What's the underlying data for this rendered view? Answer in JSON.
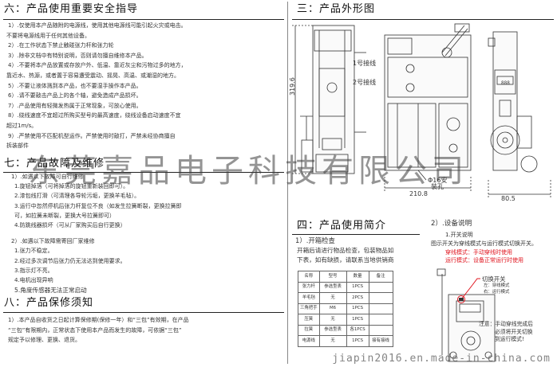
{
  "sec6": {
    "title": "六：产品使用重要安全指导",
    "lines": [
      "1）.仅使用本产品随附的电源线，使用其他电源线可能引起火灾或电击。",
      "不要将电源线用于任何其他设备。",
      "2）.在工作状态下禁止触碰张力杆和张力轮",
      "3）.除非文档中有特别说明，否则请勿擅自维修本产品。",
      "4）.不要将本产品放置或存放户外、低温、靠近灰尘和污物过多的地方，",
      "靠近水、热源，或者置于容易遭受震动、摇晃、高温、或潮湿的地方。",
      "5）.不要让液体溅到本产品，也不要湿手操作本产品。",
      "6）.请不要敲击产品上的各个轴，避免造成产品损坏。",
      "7）.产品使用有轻微发热属于正常现象，可放心使用。",
      "8）.绕线速度不宜超过所购买型号的最高速度，绕线设备启动速度不宜",
      "超过1m/s。",
      "9）.严禁使用不匹配机型运作。严禁使用时敲打，严禁未经协商擅自",
      "拆装部件"
    ]
  },
  "sec7": {
    "title": "七：产品故障及维修",
    "lines": [
      "1）.如遇以下故障可自行维修",
      "1.旋钮掉落（可将掉落的旋钮重新装回即可）。",
      "2.漆包线打滑（可清理各导轮污垢，更换羊毛毡）。",
      "3.运行中忽然停机后张力杆复位不良（如发生拉簧断裂，更换拉簧即",
      "可，如拉簧未断裂，更换大号拉簧即可）",
      "4.防跳线器损坏（可从厂家购买后自行更换）",
      "2）.如遇以下故障需寄回厂家维修",
      "1.张力不稳定。",
      "2.经过多次调节后张力仍无法达到使用要求。",
      "3.指示灯不亮。",
      "4.电机出现异响",
      "5.角度传感器无法正常启动"
    ]
  },
  "sec8": {
    "title": "八：产品保修须知",
    "lines": [
      "1）.本产品自收货之日起计算保修期(保修一年）和“三包”有效期，在产品",
      "“三包”有限期内，正常状态下使用本产品而发生的故障，可依据“三包”",
      "规定予以修理、更换、退货。"
    ]
  },
  "sec3": {
    "title": "三：产品外形图",
    "label_pot1": "1号接线",
    "label_pot2": "2号接线",
    "dim_height": "319.6",
    "dim_width": "210.8",
    "dim_depth": "80.5",
    "dim_hole": "Φ16安",
    "dim_hole2": "装孔"
  },
  "sec4": {
    "title": "四：产品使用简介",
    "sub": "1）.开箱检查",
    "lines": [
      "开箱后请进行物品检查，包装物品如",
      "下表，如有缺损，请联系当地供销商"
    ],
    "table_headers": [
      "名称",
      "型号",
      "数量",
      "备注"
    ],
    "table_rows": [
      [
        "张力杆",
        "参选型表",
        "1PCS",
        ""
      ],
      [
        "羊毛毡",
        "无",
        "2PCS",
        ""
      ],
      [
        "三角把手",
        "M6",
        "1PCS",
        ""
      ],
      [
        "压簧",
        "无",
        "1PCS",
        ""
      ],
      [
        "拉簧",
        "参选型表",
        "各1PCS",
        ""
      ],
      [
        "电源线",
        "无",
        "1PCS",
        "接有接线"
      ]
    ]
  },
  "sec2": {
    "title": "2）.设备说明",
    "lines": [
      "1.开关说明",
      "图示开关为穿线模式与运行模式切换开关。"
    ],
    "red_lines": [
      "穿线模式：手动穿线时使用",
      "运行模式：设备正常运行时使用"
    ],
    "switch_label": "切换开关",
    "switch_opts": [
      "左：穿线模式",
      "右：运行模式"
    ],
    "note": [
      "注意：手动穿线完成后",
      "必须将开关切换",
      "到运行模式!"
    ]
  },
  "watermark": "东莞嘉品电子科技有限公司",
  "url": "jiapin2016.en.made-in-china.com"
}
